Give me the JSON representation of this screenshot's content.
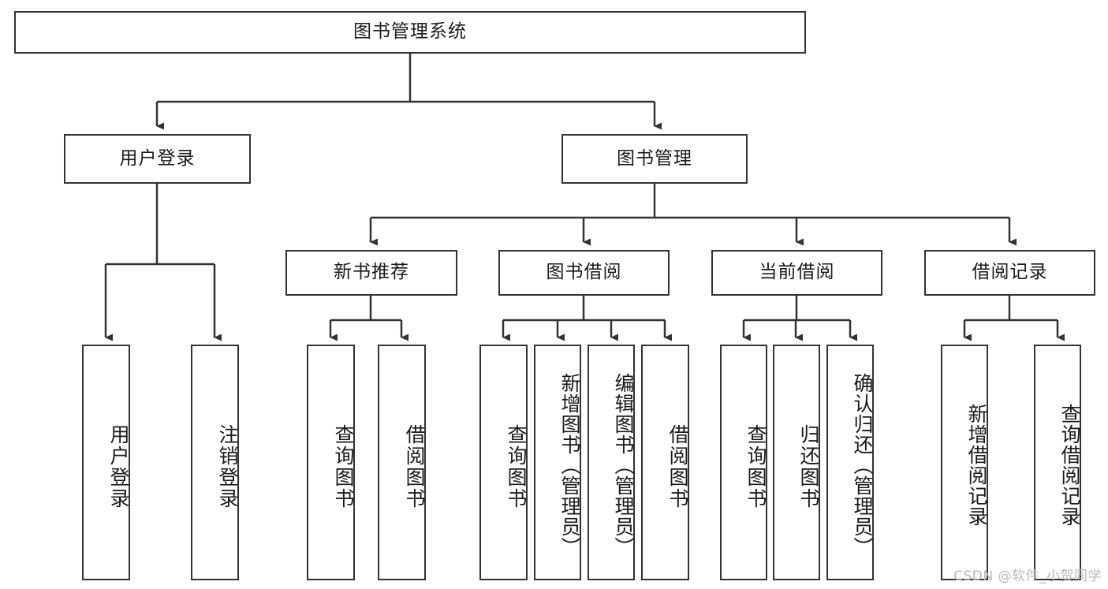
{
  "diagram": {
    "title": "图书管理系统",
    "type": "tree-functional-structure",
    "root": {
      "label": "图书管理系统"
    },
    "level2": [
      {
        "label": "用户登录"
      },
      {
        "label": "图书管理"
      }
    ],
    "level3": [
      {
        "label": "新书推荐"
      },
      {
        "label": "图书借阅"
      },
      {
        "label": "当前借阅"
      },
      {
        "label": "借阅记录"
      }
    ],
    "leaves": {
      "user_login": [
        {
          "label": "用户登录"
        },
        {
          "label": "注销登录"
        }
      ],
      "new_book_recommend": [
        {
          "label": "查询图书"
        },
        {
          "label": "借阅图书"
        }
      ],
      "book_borrow": [
        {
          "label": "查询图书"
        },
        {
          "label": "新增图书（管理员）"
        },
        {
          "label": "编辑图书（管理员）"
        },
        {
          "label": "借阅图书"
        }
      ],
      "current_borrow": [
        {
          "label": "查询图书"
        },
        {
          "label": "归还图书"
        },
        {
          "label": "确认归还（管理员）"
        }
      ],
      "borrow_record": [
        {
          "label": "新增借阅记录"
        },
        {
          "label": "查询借阅记录"
        }
      ]
    }
  },
  "watermark": {
    "text": "CSDN @软件_小贺同学"
  },
  "colors": {
    "stroke": "#333333",
    "background": "#ffffff",
    "text": "#1a1a1a",
    "watermark": "#b9b9b9"
  }
}
